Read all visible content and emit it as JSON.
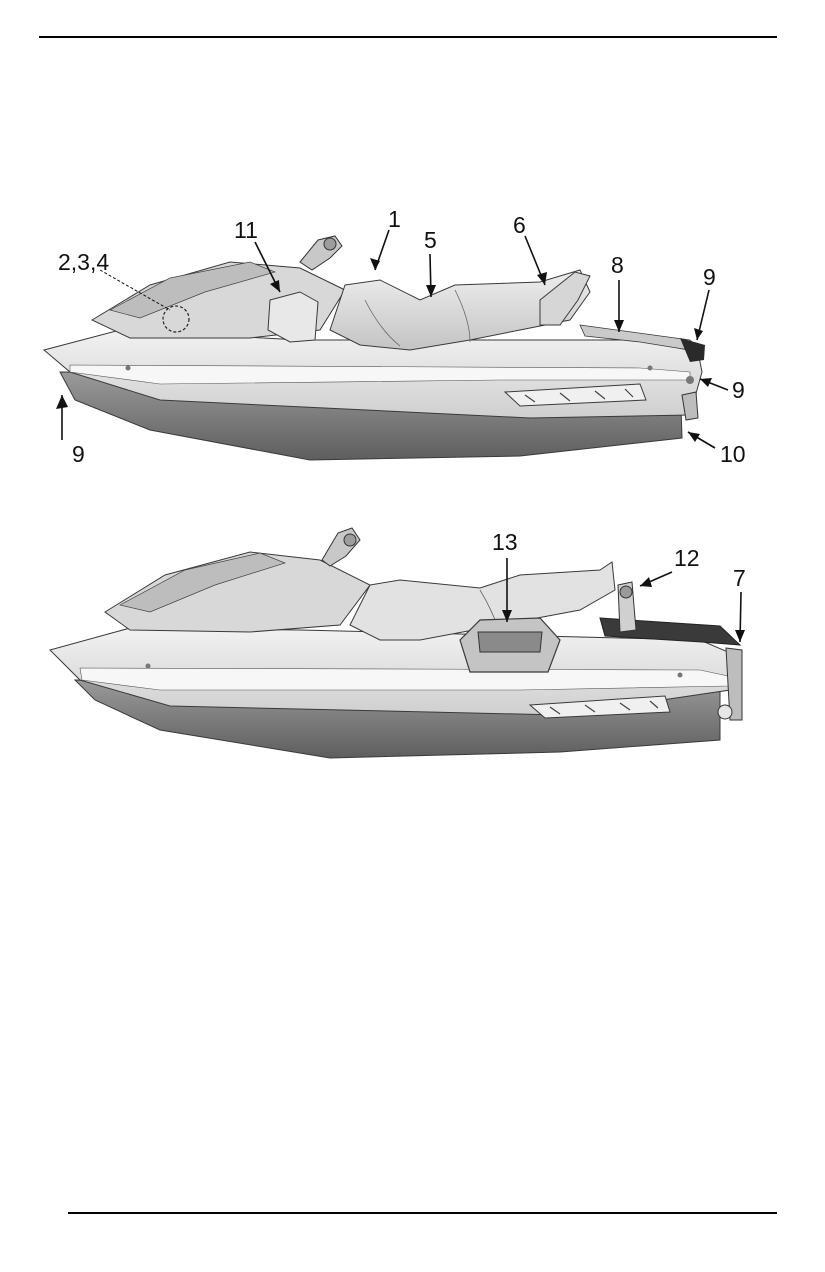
{
  "figure_top": {
    "callouts": {
      "c1": "1",
      "c234": "2,3,4",
      "c5": "5",
      "c6": "6",
      "c8": "8",
      "c9a": "9",
      "c9b": "9",
      "c9c": "9",
      "c10": "10",
      "c11": "11"
    }
  },
  "figure_bottom": {
    "callouts": {
      "c7": "7",
      "c12": "12",
      "c13": "13"
    }
  },
  "colors": {
    "hull_dark": "#6e6e6e",
    "hull_mid": "#a9a9a9",
    "body_light": "#e4e4e4",
    "stripe": "#f4f4f4",
    "outline": "#3a3a3a"
  }
}
